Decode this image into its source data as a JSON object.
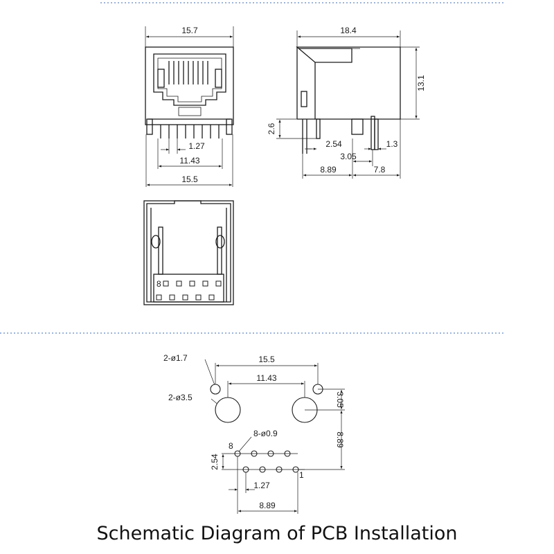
{
  "front_view": {
    "top_width": "15.7",
    "pin_pitch": "1.27",
    "pin_span": "11.43",
    "bottom_width": "15.5"
  },
  "side_view": {
    "length": "18.4",
    "height": "13.1",
    "pin_length": "2.6",
    "dim_2_54": "2.54",
    "dim_1_3": "1.3",
    "dim_3_05": "3.05",
    "dim_8_89": "8.89",
    "dim_7_8": "7.8"
  },
  "bottom_view": {
    "pin8_label": "8"
  },
  "pcb_layout": {
    "small_holes": "2-ø1.7",
    "large_holes": "2-ø3.5",
    "hole_spacing": "15.5",
    "large_hole_spacing": "11.43",
    "vertical_3_05": "3.05",
    "vertical_8_89": "8.89",
    "pin_holes": "8-ø0.9",
    "pin8_label": "8",
    "pin1_label": "1",
    "row_offset": "2.54",
    "pin_pitch": "1.27",
    "pin_span": "8.89"
  },
  "caption": "Schematic Diagram of PCB Installation"
}
